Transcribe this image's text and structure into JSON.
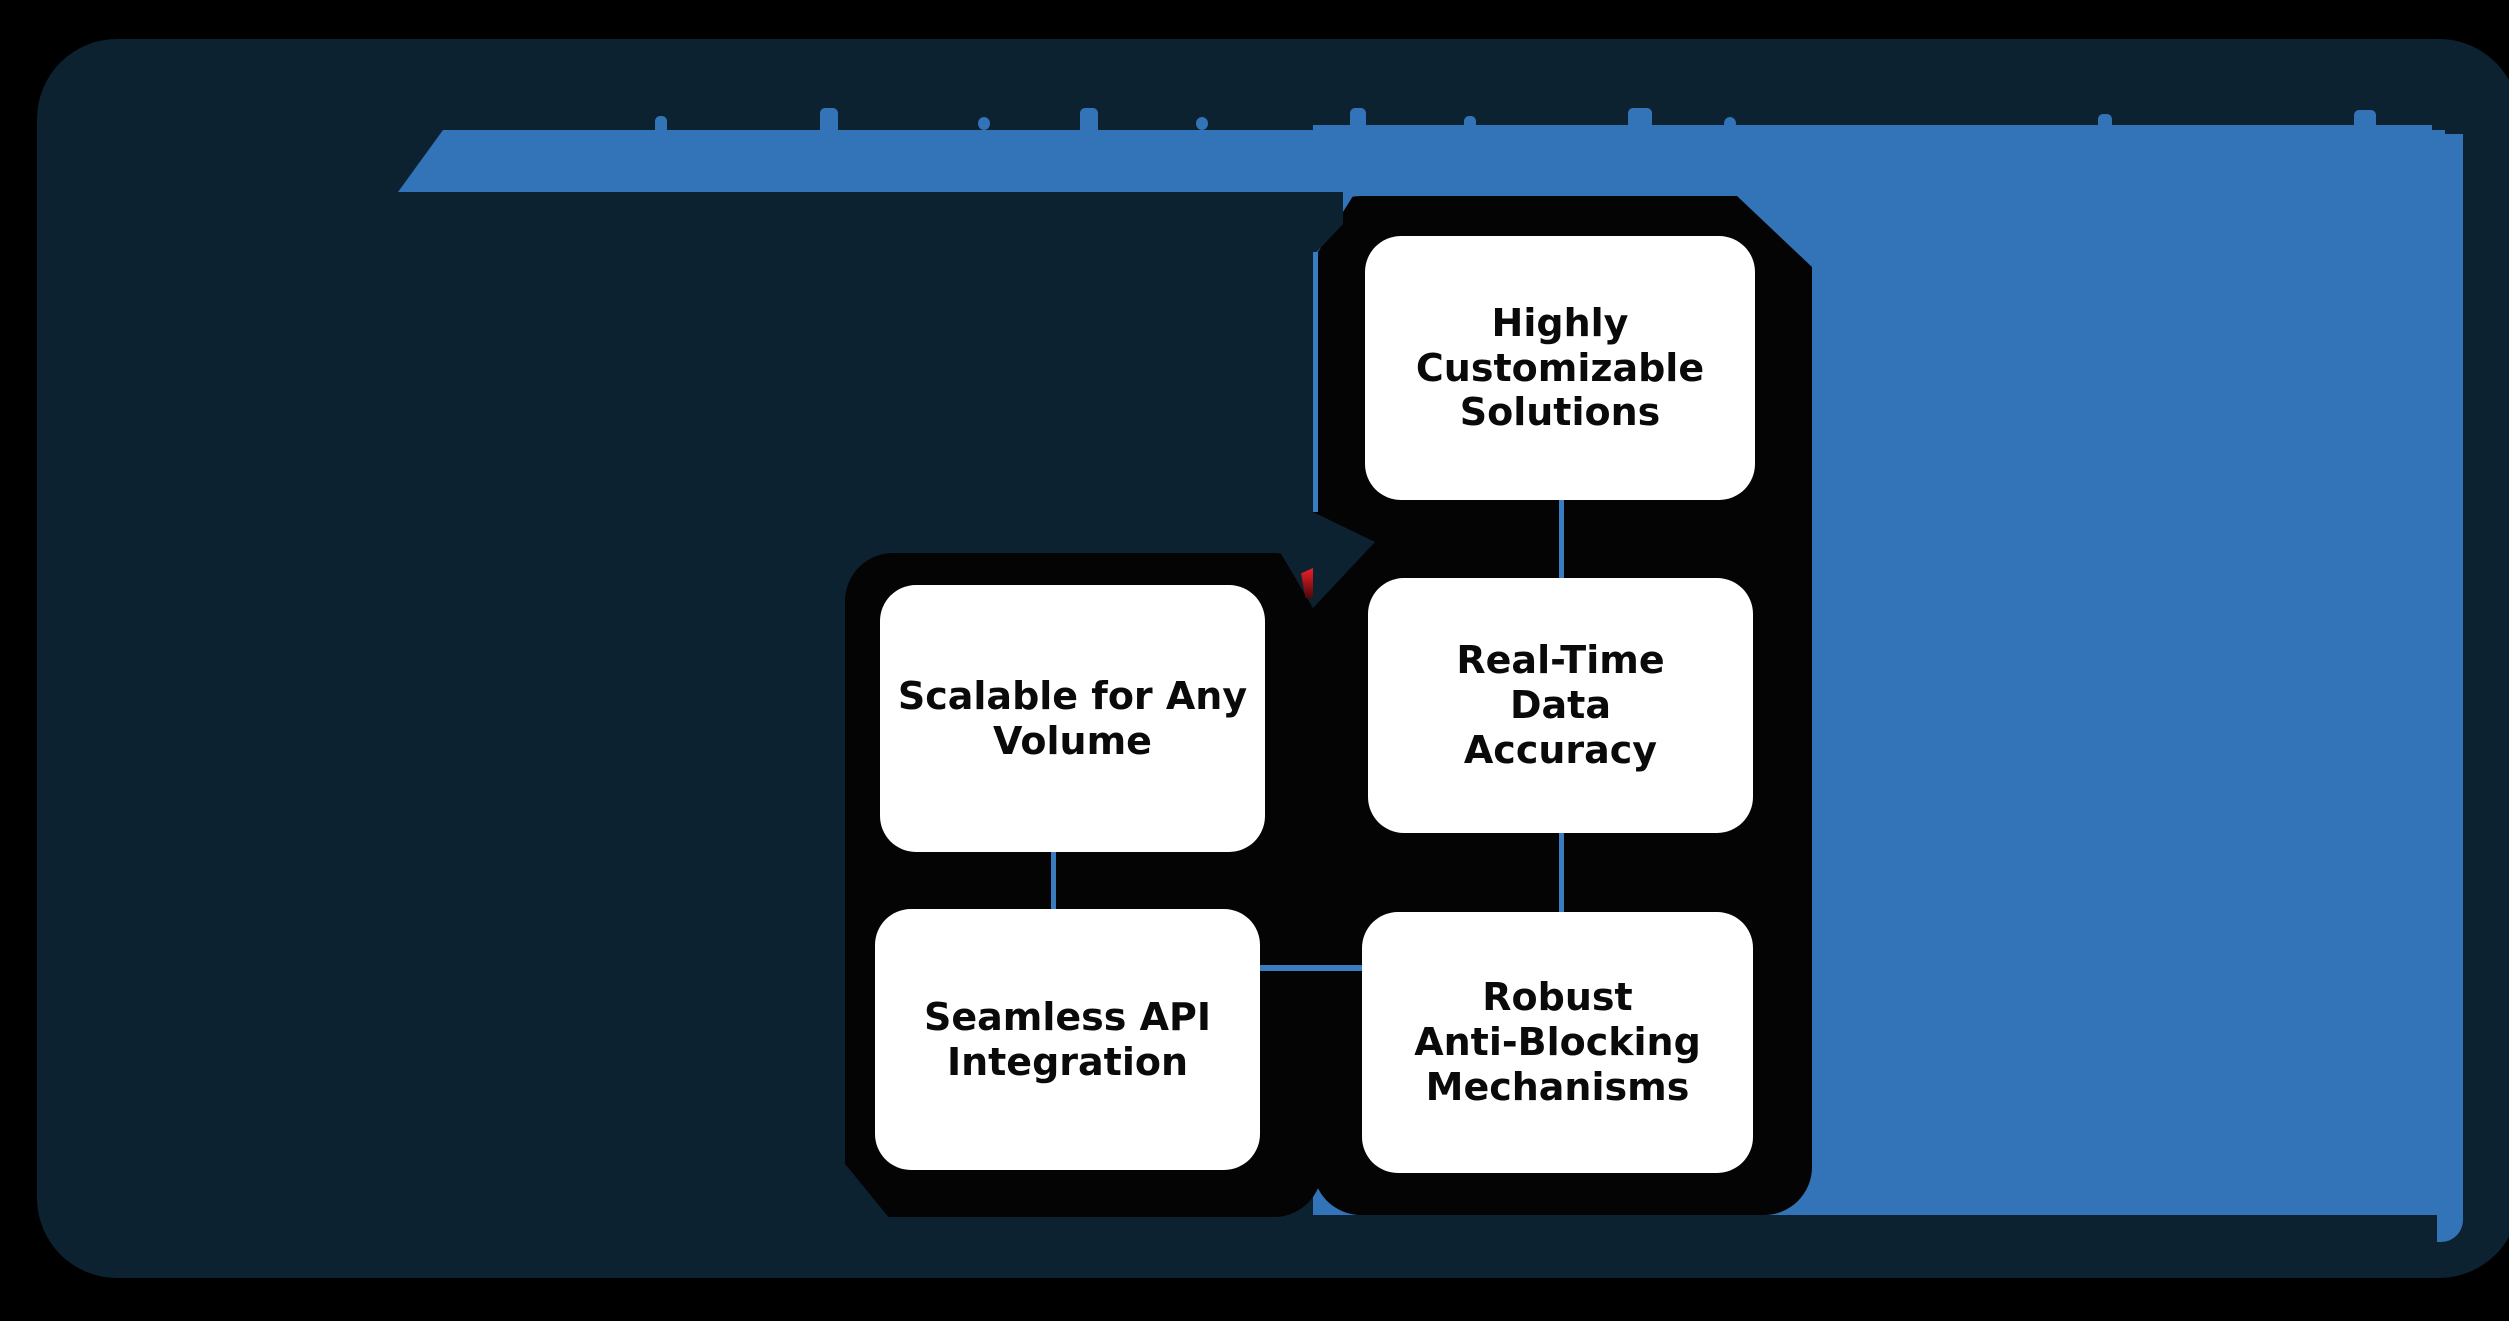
{
  "palette": {
    "page_bg": "#000000",
    "card_bg": "#0c2231",
    "accent_blue": "#3274b7",
    "connector_blue": "#3a7cc0",
    "cluster_black": "#040404",
    "box_bg": "#ffffff",
    "box_text": "#0a0a0a",
    "accent_red": "#ef1f26",
    "accent_red_dark": "#4f080a"
  },
  "diagram": {
    "title": {
      "legible_text": "",
      "rendered_as": "merged blue letter blob, single line"
    },
    "boxes": [
      {
        "id": "highly-customizable-solutions",
        "label": "Highly\nCustomizable\nSolutions"
      },
      {
        "id": "real-time-data-accuracy",
        "label": "Real-Time\nData\nAccuracy"
      },
      {
        "id": "robust-anti-blocking-mechanisms",
        "label": "Robust\nAnti-Blocking\nMechanisms"
      },
      {
        "id": "scalable-for-any-volume",
        "label": "Scalable for Any\nVolume"
      },
      {
        "id": "seamless-api-integration",
        "label": "Seamless API\nIntegration"
      }
    ],
    "connections": [
      {
        "from": "highly-customizable-solutions",
        "to": "real-time-data-accuracy",
        "style": "vertical-line"
      },
      {
        "from": "real-time-data-accuracy",
        "to": "robust-anti-blocking-mechanisms",
        "style": "vertical-line"
      },
      {
        "from": "scalable-for-any-volume",
        "to": "seamless-api-integration",
        "style": "vertical-line"
      },
      {
        "from": "seamless-api-integration",
        "to": "robust-anti-blocking-mechanisms",
        "style": "horizontal-line"
      }
    ]
  }
}
